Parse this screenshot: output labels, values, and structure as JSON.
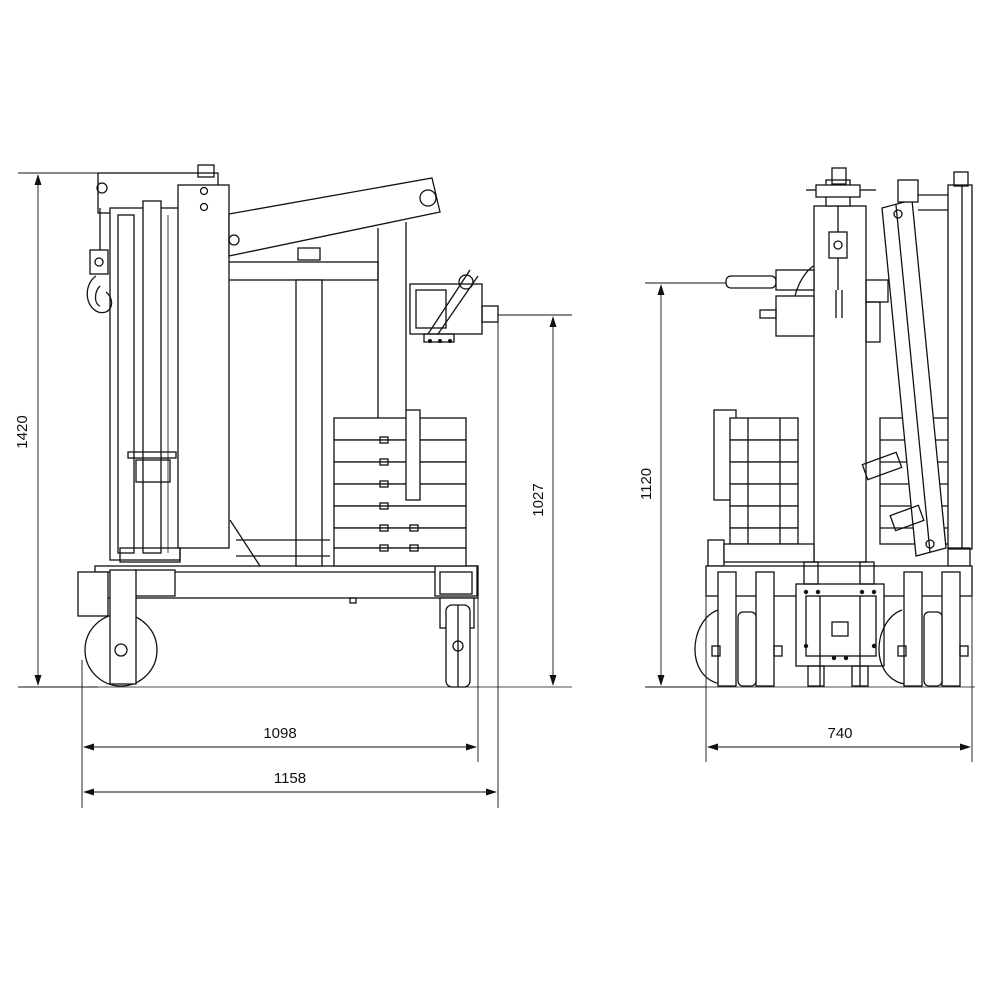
{
  "dimensions": {
    "side_height": "1420",
    "boom_height": "1027",
    "front_height": "1120",
    "side_length_inner": "1098",
    "side_length_overall": "1158",
    "front_width": "740"
  }
}
